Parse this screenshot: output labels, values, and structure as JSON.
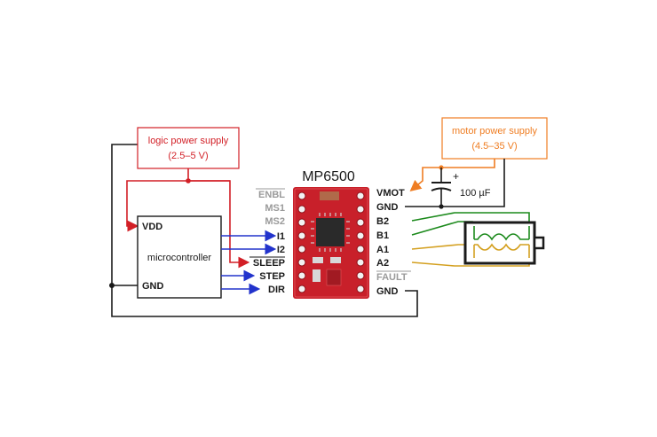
{
  "title": "MP6500",
  "logic_supply": {
    "line1": "logic power supply",
    "line2": "(2.5–5 V)"
  },
  "motor_supply": {
    "line1": "motor power supply",
    "line2": "(4.5–35 V)"
  },
  "microcontroller": {
    "label": "microcontroller",
    "vdd": "VDD",
    "gnd": "GND"
  },
  "left_pins": {
    "enbl": "ENBL",
    "ms1": "MS1",
    "ms2": "MS2",
    "i1": "I1",
    "i2": "I2",
    "sleep": "SLEEP",
    "step": "STEP",
    "dir": "DIR"
  },
  "right_pins": {
    "vmot": "VMOT",
    "gnd_top": "GND",
    "b2": "B2",
    "b1": "B1",
    "a1": "A1",
    "a2": "A2",
    "fault": "FAULT",
    "gnd_bottom": "GND"
  },
  "capacitor": {
    "value": "100 µF",
    "polarity": "+"
  },
  "colors": {
    "logic_power": "#d21f26",
    "motor_power": "#ef7d22",
    "signal": "#2233cc",
    "coil_b": "#1c8a1c",
    "coil_a": "#d4a020",
    "ground": "#1a1a1a",
    "board": "#c8202a",
    "unused_pin": "#9a9a9a"
  }
}
